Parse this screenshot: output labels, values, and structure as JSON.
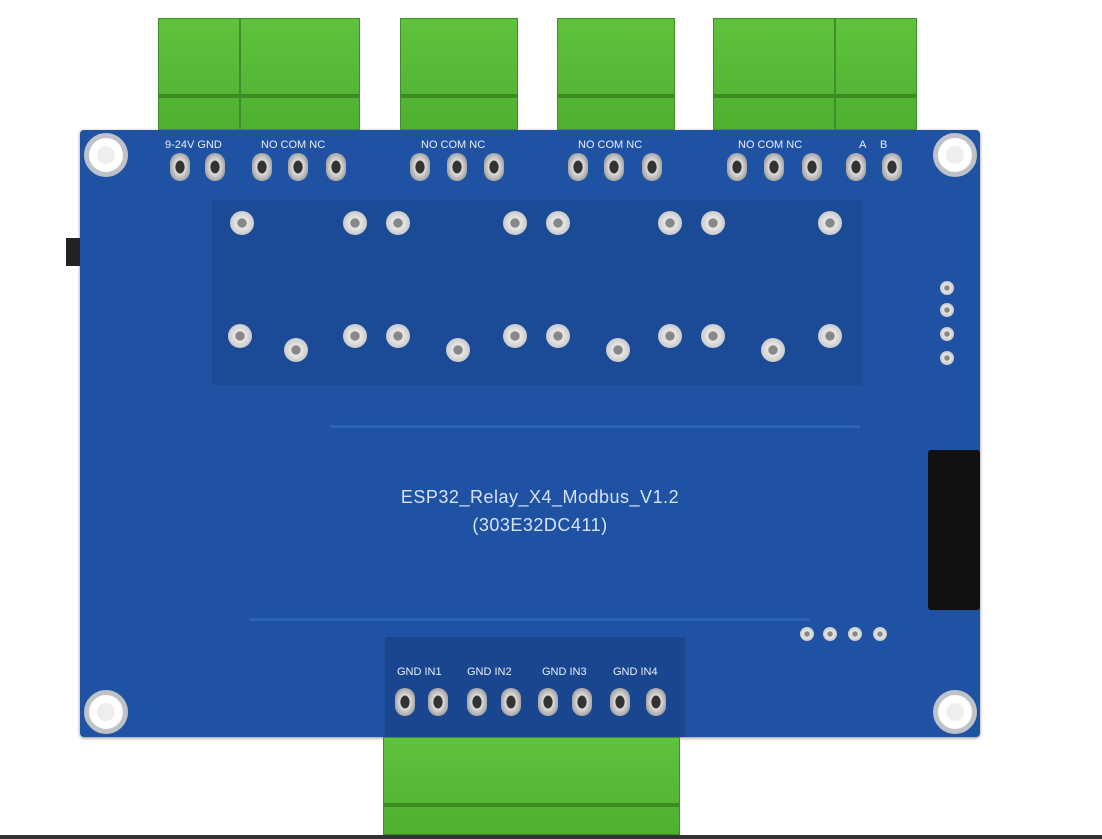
{
  "board": {
    "name": "ESP32_Relay_X4_Modbus_V1.2",
    "code": "(303E32DC411)",
    "top_labels": [
      "9-24V GND",
      "NO COM NC",
      "NO COM NC",
      "NO COM NC",
      "NO COM NC",
      "A",
      "B"
    ],
    "bottom_labels": [
      "GND IN1",
      "GND IN2",
      "GND IN3",
      "GND IN4"
    ],
    "colors": {
      "pcb": "#1f52a3",
      "terminal": "#55b935"
    }
  }
}
